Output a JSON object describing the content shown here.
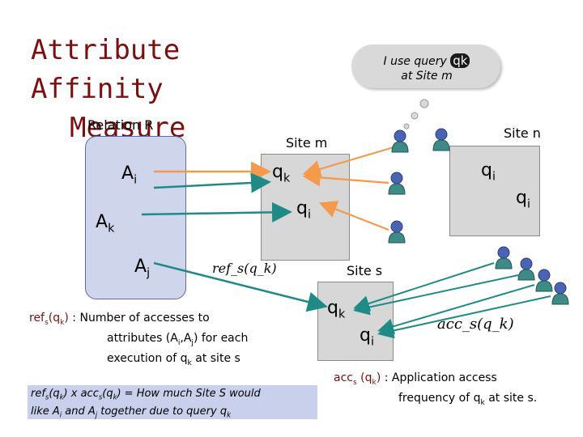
{
  "title": {
    "line1": "Attribute Affinity",
    "line2": "Measure"
  },
  "relation_label": "Relation R",
  "attributes": {
    "ai": "A",
    "ai_sub": "i",
    "ak": "A",
    "ak_sub": "k",
    "aj": "A",
    "aj_sub": "j"
  },
  "sites": {
    "m": {
      "label": "Site m",
      "q1": "q",
      "q1_sub": "k",
      "q2": "q",
      "q2_sub": "i"
    },
    "n": {
      "label": "Site n",
      "q1": "q",
      "q1_sub": "i",
      "q2": "q",
      "q2_sub": "i"
    },
    "s": {
      "label": "Site s",
      "q1": "q",
      "q1_sub": "k",
      "q2": "q",
      "q2_sub": "i"
    }
  },
  "bubble": {
    "text1": "I use query",
    "badge": "qk",
    "text2": "at Site m"
  },
  "formula_ref": "ref_s(q_k)",
  "formula_acc": "acc_s(q_k)",
  "ref_def": {
    "term": "ref",
    "term_sub": "s",
    "term_arg": "(q",
    "term_arg_sub": "k",
    "term_close": ")",
    "sep": " : ",
    "line1": "Number of accesses to",
    "line2": "attributes (A",
    "line2_sub1": "i",
    "line2_mid": ",A",
    "line2_sub2": "j",
    "line2_end": ") for each",
    "line3": "execution of q",
    "line3_sub": "k",
    "line3_end": " at site s"
  },
  "acc_def": {
    "term": "acc",
    "term_sub": "s",
    "term_arg": " (q",
    "term_arg_sub": "k",
    "term_close": ")",
    "sep": " : ",
    "line1": "Application access",
    "line2": "frequency of q",
    "line2_sub": "k",
    "line2_end": " at site s."
  },
  "note": {
    "p1": "ref",
    "p1_sub": "s",
    "p2": "(q",
    "p2_sub": "k",
    "p3": ") x acc",
    "p3_sub": "s",
    "p4": "(q",
    "p4_sub": "k",
    "p5": ") = How much Site S would",
    "p6": "like A",
    "p6_sub": "i",
    "p7": " and A",
    "p7_sub": "j",
    "p8": " together due to query q",
    "p8_sub": "k"
  },
  "colors": {
    "title": "#7a0f0f",
    "orange_arrow": "#f39a4c",
    "teal_arrow": "#1f8a86",
    "relation_fill": "#cfd6ec",
    "site_fill": "#d7d7d7",
    "user_blue": "#4a63b5"
  }
}
